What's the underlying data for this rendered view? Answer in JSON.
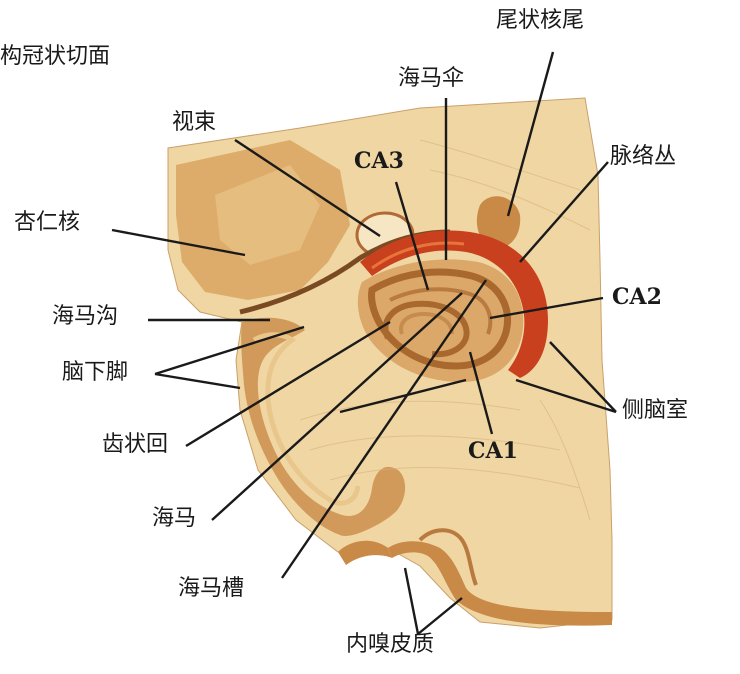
{
  "title_fragment": "构冠状切面",
  "labels": {
    "tail_of_caudate": "尾状核尾",
    "fimbria": "海马伞",
    "optic_tract": "视束",
    "ca3": "CA3",
    "choroid_plexus": "脉络丛",
    "amygdala": "杏仁核",
    "ca2": "CA2",
    "hippocampal_sulcus": "海马沟",
    "cerebral_peduncle": "脑下脚",
    "lateral_ventricle": "侧脑室",
    "dentate_gyrus": "齿状回",
    "ca1": "CA1",
    "hippocampus": "海马",
    "hippocampal_groove": "海马槽",
    "entorhinal_cortex": "内嗅皮质"
  },
  "colors": {
    "tissue_light": "#edd3a0",
    "tissue_mid": "#d8a566",
    "tissue_dark": "#b87a3e",
    "plexus_red": "#c8401d",
    "leader": "#1a1a1a"
  }
}
